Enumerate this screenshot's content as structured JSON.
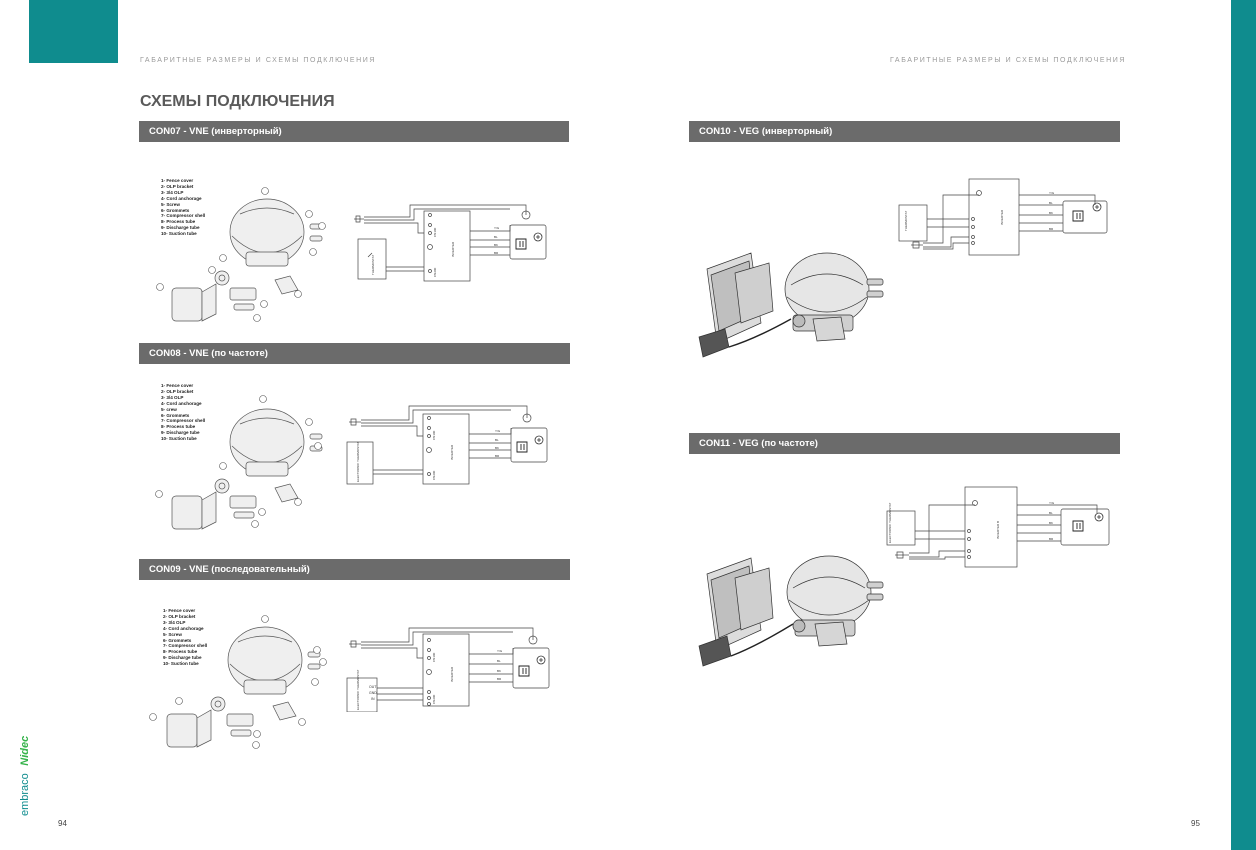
{
  "running_header": {
    "left": "ГАБАРИТНЫЕ РАЗМЕРЫ И СХЕМЫ ПОДКЛЮЧЕНИЯ",
    "right": "ГАБАРИТНЫЕ РАЗМЕРЫ И СХЕМЫ ПОДКЛЮЧЕНИЯ"
  },
  "section_title": "СХЕМЫ ПОДКЛЮЧЕНИЯ",
  "diagrams": [
    {
      "title": "CON07 - VNE (инверторный)"
    },
    {
      "title": "CON08 - VNE (по частоте)"
    },
    {
      "title": "CON09 - VNE (последовательный)"
    },
    {
      "title": "CON10 - VEG (инверторный)"
    },
    {
      "title": "CON11 - VEG (по частоте)"
    }
  ],
  "parts_lists": [
    [
      "1- Fence cover",
      "2- OLP bracket",
      "3- 3/4 OLP",
      "4- Cord anchorage",
      "5- Screw",
      "6- Grommets",
      "7- Compressor shell",
      "8- Process tube",
      "9- Discharge tube",
      "10- Suction tube"
    ],
    [
      "1- Fence cover",
      "2- OLP bracket",
      "3- 3/4 OLP",
      "4- Cord anchorage",
      "5- crew",
      "6- Grommets",
      "7- Compressor shell",
      "8- Process tube",
      "9- Discharge tube",
      "10- Suction tube"
    ],
    [
      "1- Fence cover",
      "2- OLP bracket",
      "3- 3/4 OLP",
      "4- Cord anchorage",
      "5- Screw",
      "6- Grommets",
      "7- Compressor shell",
      "8- Process tube",
      "9- Discharge tube",
      "10- Suction tube"
    ]
  ],
  "wiring": {
    "inverter": "INVERTER",
    "inverter_b": "INVERTER B",
    "connector_a": "CN100",
    "connector_b": "CN200",
    "thermostat": "THERMOSTAT",
    "electronic_thermostat": "ELECTRONIC THERMOSTAT",
    "wire_yg": "Y/G",
    "wire_bl": "BL",
    "wire_bk": "BK",
    "wire_br": "BR",
    "sig_out": "OUT",
    "sig_gnd": "GND",
    "sig_in": "IN"
  },
  "brand": {
    "embraco": "embraco",
    "nidec": "Nidec"
  },
  "page_numbers": {
    "left": "94",
    "right": "95"
  },
  "colors": {
    "teal": "#0f8c8e",
    "bar": "#6b6b6b",
    "nidec_green": "#35b34a"
  }
}
